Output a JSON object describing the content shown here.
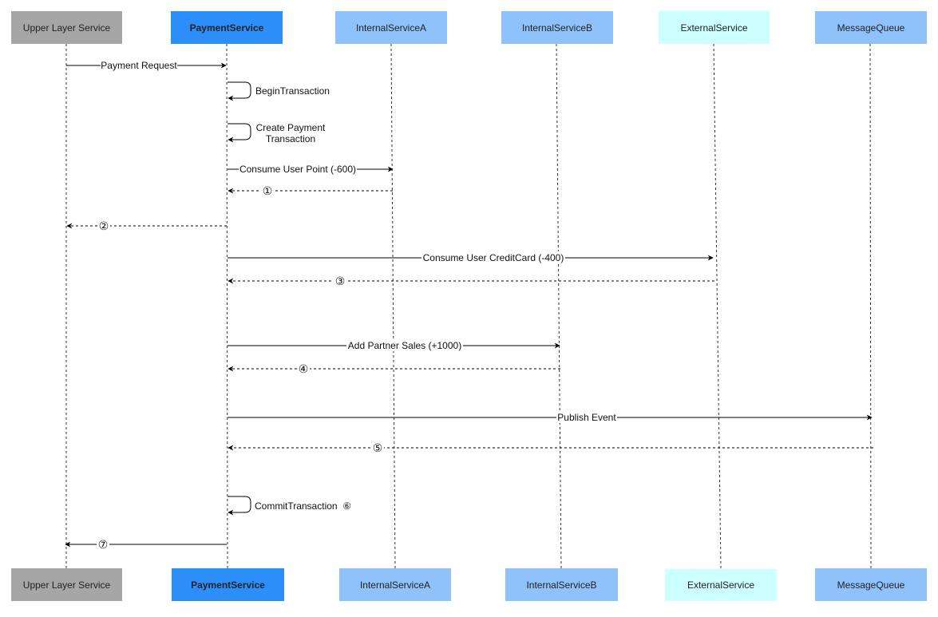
{
  "participants": [
    {
      "id": "upper",
      "label": "Upper Layer Service",
      "fill": "#a6a6a6",
      "text_color": "#222222",
      "bold": false
    },
    {
      "id": "payment",
      "label": "PaymentService",
      "fill": "#2c8ef8",
      "text_color": "#1a2b4a",
      "bold": true
    },
    {
      "id": "internalA",
      "label": "InternalServiceA",
      "fill": "#8fc1fb",
      "text_color": "#222222",
      "bold": false
    },
    {
      "id": "internalB",
      "label": "InternalServiceB",
      "fill": "#8fc1fb",
      "text_color": "#222222",
      "bold": false
    },
    {
      "id": "external",
      "label": "ExternalService",
      "fill": "#ccffff",
      "text_color": "#222222",
      "bold": false
    },
    {
      "id": "mq",
      "label": "MessageQueue",
      "fill": "#8fc1fb",
      "text_color": "#222222",
      "bold": false
    }
  ],
  "messages": [
    {
      "from": "upper",
      "to": "payment",
      "label": "Payment Request",
      "style": "solid"
    },
    {
      "from": "payment",
      "to": "payment",
      "label": "BeginTransaction",
      "style": "self"
    },
    {
      "from": "payment",
      "to": "payment",
      "label": "Create Payment\nTransaction",
      "style": "self"
    },
    {
      "from": "payment",
      "to": "internalA",
      "label": "Consume User Point (-600)",
      "style": "solid"
    },
    {
      "from": "internalA",
      "to": "payment",
      "label": "①",
      "style": "dashed"
    },
    {
      "from": "payment",
      "to": "upper",
      "label": "②",
      "style": "dashed"
    },
    {
      "from": "payment",
      "to": "external",
      "label": "Consume User CreditCard (-400)",
      "style": "solid"
    },
    {
      "from": "external",
      "to": "payment",
      "label": "③",
      "style": "dashed"
    },
    {
      "from": "payment",
      "to": "internalB",
      "label": "Add Partner Sales (+1000)",
      "style": "solid"
    },
    {
      "from": "internalB",
      "to": "payment",
      "label": "④",
      "style": "dashed"
    },
    {
      "from": "payment",
      "to": "mq",
      "label": "Publish Event",
      "style": "solid"
    },
    {
      "from": "mq",
      "to": "payment",
      "label": "⑤",
      "style": "dashed"
    },
    {
      "from": "payment",
      "to": "payment",
      "label": "CommitTransaction  ⑥",
      "style": "self"
    },
    {
      "from": "payment",
      "to": "upper",
      "label": "⑦",
      "style": "solid"
    }
  ]
}
